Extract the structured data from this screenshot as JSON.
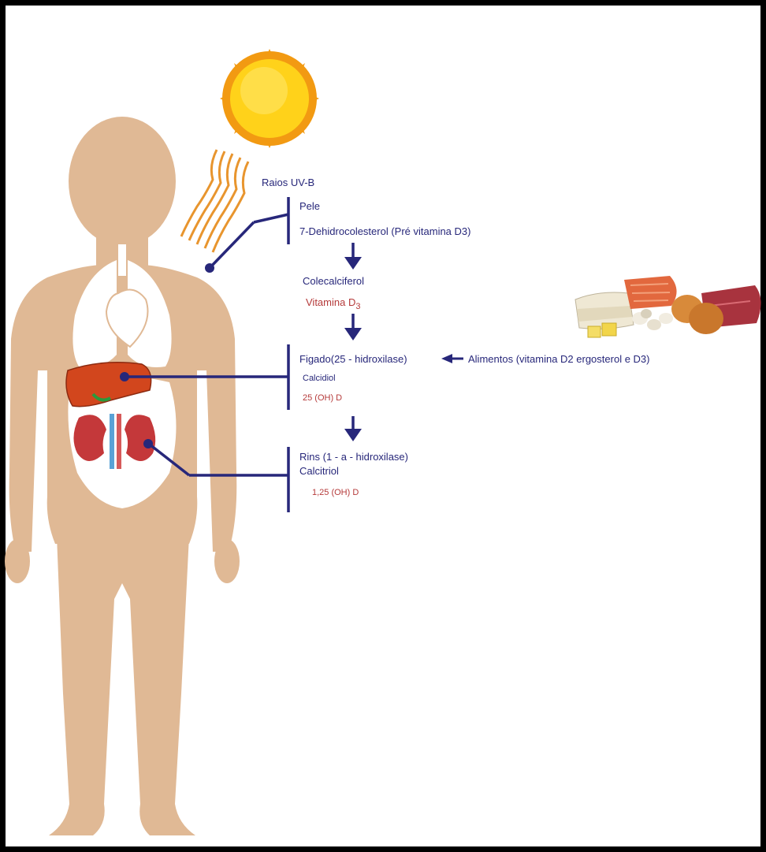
{
  "labels": {
    "uvb": "Raios UV-B",
    "skin": "Pele",
    "dehydro": "7-Dehidrocolesterol (Pré vitamina D3)",
    "colecalciferol": "Colecalciferol",
    "vitd3_main": "Vitamina D",
    "vitd3_sub": "3",
    "liver": "Figado(25 - hidroxilase)",
    "foods": "Alimentos (vitamina D2 ergosterol e D3)",
    "calcidiol": "Calcidiol",
    "oh25": "25 (OH) D",
    "kidney": "Rins  (1 - a - hidroxilase)",
    "calcitriol": "Calcitriol",
    "oh125": "1,25 (OH) D"
  },
  "colors": {
    "pathway_blue": "#27277a",
    "metabolite_red": "#b53a3a",
    "body_skin": "#e0b995",
    "sun_yellow": "#ffd21a",
    "sun_orange": "#f29a12",
    "uv_rays": "#e8952e",
    "liver": "#d2461d",
    "kidney": "#c4383a",
    "frame": "#000000"
  },
  "icons": [
    "sun-icon",
    "uv-rays-icon",
    "human-body-icon",
    "lungs-icon",
    "heart-icon",
    "liver-icon",
    "kidneys-icon",
    "food-icon"
  ]
}
